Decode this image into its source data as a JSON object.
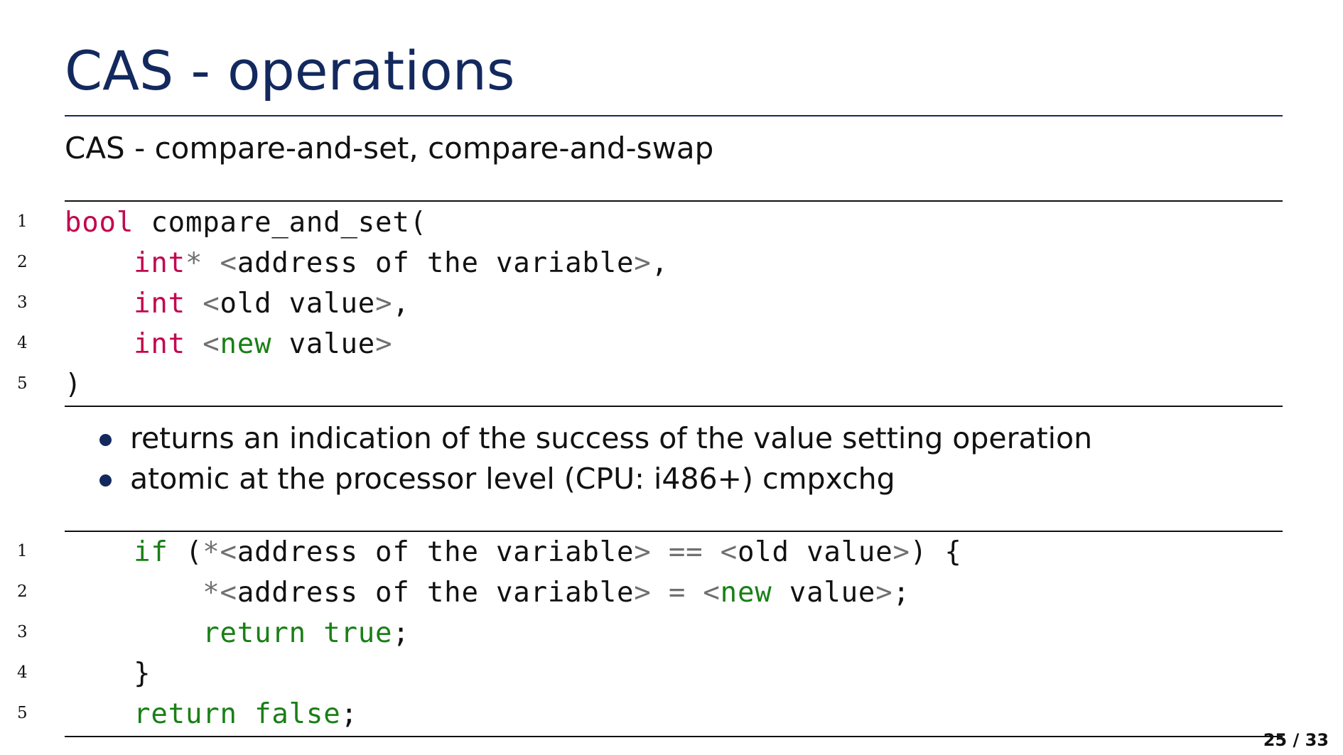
{
  "slide": {
    "title": "CAS - operations",
    "subtitle": "CAS - compare-and-set, compare-and-swap",
    "page_number": "25 / 33"
  },
  "colors": {
    "title": "#13295e",
    "keyword": "#c2074f",
    "literal": "#1a7f16",
    "operator": "#707070"
  },
  "code_block_1": {
    "lines": [
      {
        "num": "1",
        "tokens": [
          {
            "t": "bool",
            "c": "kw"
          },
          {
            "t": " compare_and_set("
          }
        ]
      },
      {
        "num": "2",
        "tokens": [
          {
            "t": "    "
          },
          {
            "t": "int",
            "c": "kw"
          },
          {
            "t": "*",
            "c": "op"
          },
          {
            "t": " "
          },
          {
            "t": "<",
            "c": "op"
          },
          {
            "t": "address of the variable"
          },
          {
            "t": ">",
            "c": "op"
          },
          {
            "t": ","
          }
        ]
      },
      {
        "num": "3",
        "tokens": [
          {
            "t": "    "
          },
          {
            "t": "int",
            "c": "kw"
          },
          {
            "t": " "
          },
          {
            "t": "<",
            "c": "op"
          },
          {
            "t": "old value"
          },
          {
            "t": ">",
            "c": "op"
          },
          {
            "t": ","
          }
        ]
      },
      {
        "num": "4",
        "tokens": [
          {
            "t": "    "
          },
          {
            "t": "int",
            "c": "kw"
          },
          {
            "t": " "
          },
          {
            "t": "<",
            "c": "op"
          },
          {
            "t": "new",
            "c": "grn"
          },
          {
            "t": " value"
          },
          {
            "t": ">",
            "c": "op"
          }
        ]
      },
      {
        "num": "5",
        "tokens": [
          {
            "t": ")"
          }
        ]
      }
    ]
  },
  "bullets": [
    "returns an indication of the success of the value setting operation",
    "atomic at the processor level (CPU: i486+) cmpxchg"
  ],
  "code_block_2": {
    "lines": [
      {
        "num": "1",
        "tokens": [
          {
            "t": "    "
          },
          {
            "t": "if",
            "c": "grn"
          },
          {
            "t": " ("
          },
          {
            "t": "*<",
            "c": "op"
          },
          {
            "t": "address of the variable"
          },
          {
            "t": ">",
            "c": "op"
          },
          {
            "t": " "
          },
          {
            "t": "==",
            "c": "op"
          },
          {
            "t": " "
          },
          {
            "t": "<",
            "c": "op"
          },
          {
            "t": "old value"
          },
          {
            "t": ">",
            "c": "op"
          },
          {
            "t": ") {"
          }
        ]
      },
      {
        "num": "2",
        "tokens": [
          {
            "t": "        "
          },
          {
            "t": "*<",
            "c": "op"
          },
          {
            "t": "address of the variable"
          },
          {
            "t": ">",
            "c": "op"
          },
          {
            "t": " "
          },
          {
            "t": "=",
            "c": "op"
          },
          {
            "t": " "
          },
          {
            "t": "<",
            "c": "op"
          },
          {
            "t": "new",
            "c": "grn"
          },
          {
            "t": " value"
          },
          {
            "t": ">",
            "c": "op"
          },
          {
            "t": ";"
          }
        ]
      },
      {
        "num": "3",
        "tokens": [
          {
            "t": "        "
          },
          {
            "t": "return",
            "c": "grn"
          },
          {
            "t": " "
          },
          {
            "t": "true",
            "c": "grn"
          },
          {
            "t": ";"
          }
        ]
      },
      {
        "num": "4",
        "tokens": [
          {
            "t": "    }"
          }
        ]
      },
      {
        "num": "5",
        "tokens": [
          {
            "t": "    "
          },
          {
            "t": "return",
            "c": "grn"
          },
          {
            "t": " "
          },
          {
            "t": "false",
            "c": "grn"
          },
          {
            "t": ";"
          }
        ]
      }
    ]
  }
}
